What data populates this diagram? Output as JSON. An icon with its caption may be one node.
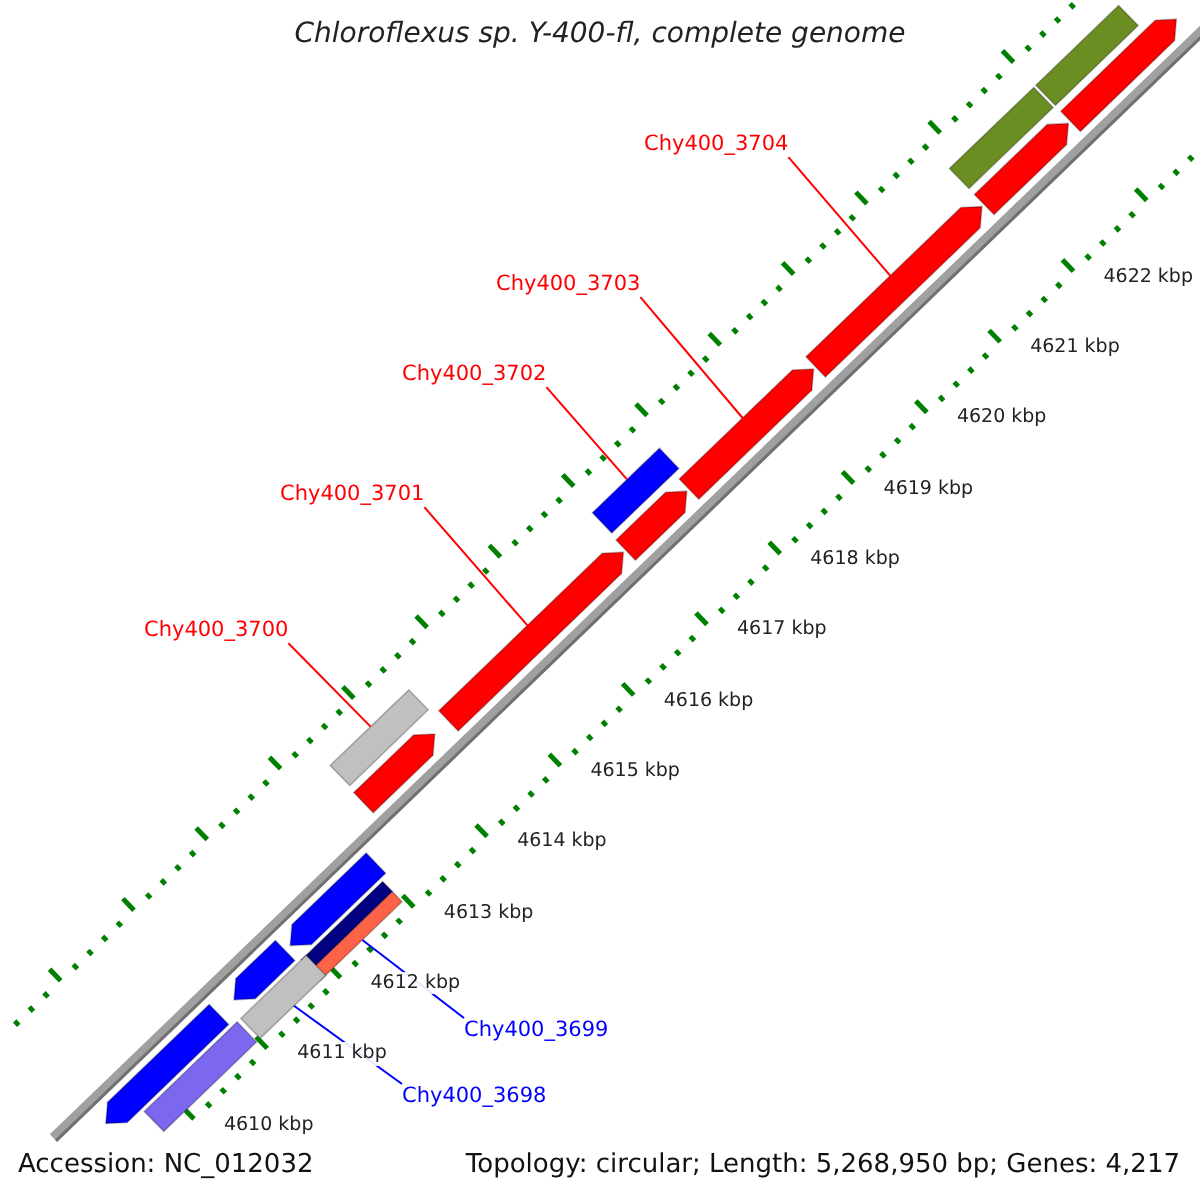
{
  "diagram": {
    "title": "Chloroflexus sp. Y-400-fl, complete genome",
    "nodes": [
      {
        "text": [
          "Chy400_3704"
        ]
      },
      {
        "text": [
          "Chy400_3703"
        ]
      },
      {
        "text": [
          "Chy400_3702"
        ]
      },
      {
        "text": [
          "Chy400_3701"
        ]
      },
      {
        "text": [
          "Chy400_3700"
        ]
      },
      {
        "text": [
          "Chy400_3699"
        ]
      },
      {
        "text": [
          "Chy400_3698"
        ]
      },
      {
        "text": [],
        "shape": "bar"
      },
      {
        "text": [],
        "shape": "arrow"
      },
      {
        "text": [],
        "shape": "bar"
      },
      {
        "text": [],
        "shape": "arrow"
      },
      {
        "text": [],
        "shape": "arrow"
      },
      {
        "text": [],
        "shape": "arrow"
      },
      {
        "text": [],
        "shape": "bar"
      },
      {
        "text": [],
        "shape": "arrow"
      },
      {
        "text": [],
        "shape": "arrow"
      },
      {
        "text": [],
        "shape": "bar"
      },
      {
        "text": [],
        "shape": "arrow"
      },
      {
        "text": [],
        "shape": "arrow"
      },
      {
        "text": [],
        "shape": "bar"
      },
      {
        "text": [],
        "shape": "bar"
      },
      {
        "text": [],
        "shape": "arrow"
      },
      {
        "text": [],
        "shape": "bar"
      },
      {
        "text": [],
        "shape": "bar"
      },
      {
        "text": [],
        "shape": "arrow"
      }
    ],
    "edges": [
      {
        "from": 0,
        "to": 11,
        "arrow": "none"
      },
      {
        "from": 1,
        "to": 12,
        "arrow": "none"
      },
      {
        "from": 2,
        "to": 13,
        "arrow": "none"
      },
      {
        "from": 3,
        "to": 15,
        "arrow": "none"
      },
      {
        "from": 4,
        "to": 16,
        "arrow": "none"
      },
      {
        "from": 5,
        "to": 20,
        "arrow": "none",
        "color": "#0000ff"
      },
      {
        "from": 6,
        "to": 22,
        "arrow": "none",
        "color": "#0000ff"
      }
    ],
    "labels": [
      "4622 kbp",
      "4621 kbp",
      "4620 kbp",
      "4619 kbp",
      "4618 kbp",
      "4617 kbp",
      "4616 kbp",
      "4615 kbp",
      "4614 kbp",
      "4613 kbp",
      "4612 kbp",
      "4611 kbp",
      "4610 kbp",
      "Accession: NC_012032",
      "Topology: circular; Length: 5,268,950 bp; Genes: 4,217"
    ]
  }
}
